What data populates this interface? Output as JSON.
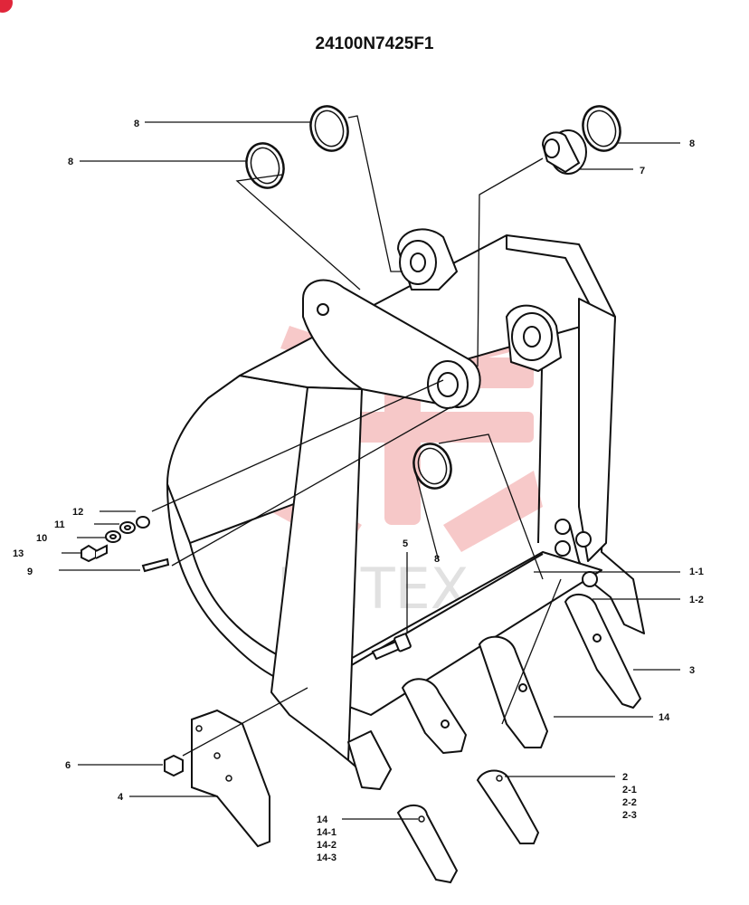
{
  "title": "24100N7425F1",
  "watermark": {
    "text": "ИНТЕХ",
    "color": "#e8a0a0"
  },
  "callouts": {
    "c1_1": "1-1",
    "c1_2": "1-2",
    "c2": "2",
    "c2_1": "2-1",
    "c2_2": "2-2",
    "c2_3": "2-3",
    "c3": "3",
    "c4": "4",
    "c5": "5",
    "c6": "6",
    "c7": "7",
    "c8_a": "8",
    "c8_b": "8",
    "c8_c": "8",
    "c8_d": "8",
    "c9": "9",
    "c10": "10",
    "c11": "11",
    "c12": "12",
    "c13": "13",
    "c14_a": "14",
    "c14_b": "14",
    "c14_1": "14-1",
    "c14_2": "14-2",
    "c14_3": "14-3"
  }
}
